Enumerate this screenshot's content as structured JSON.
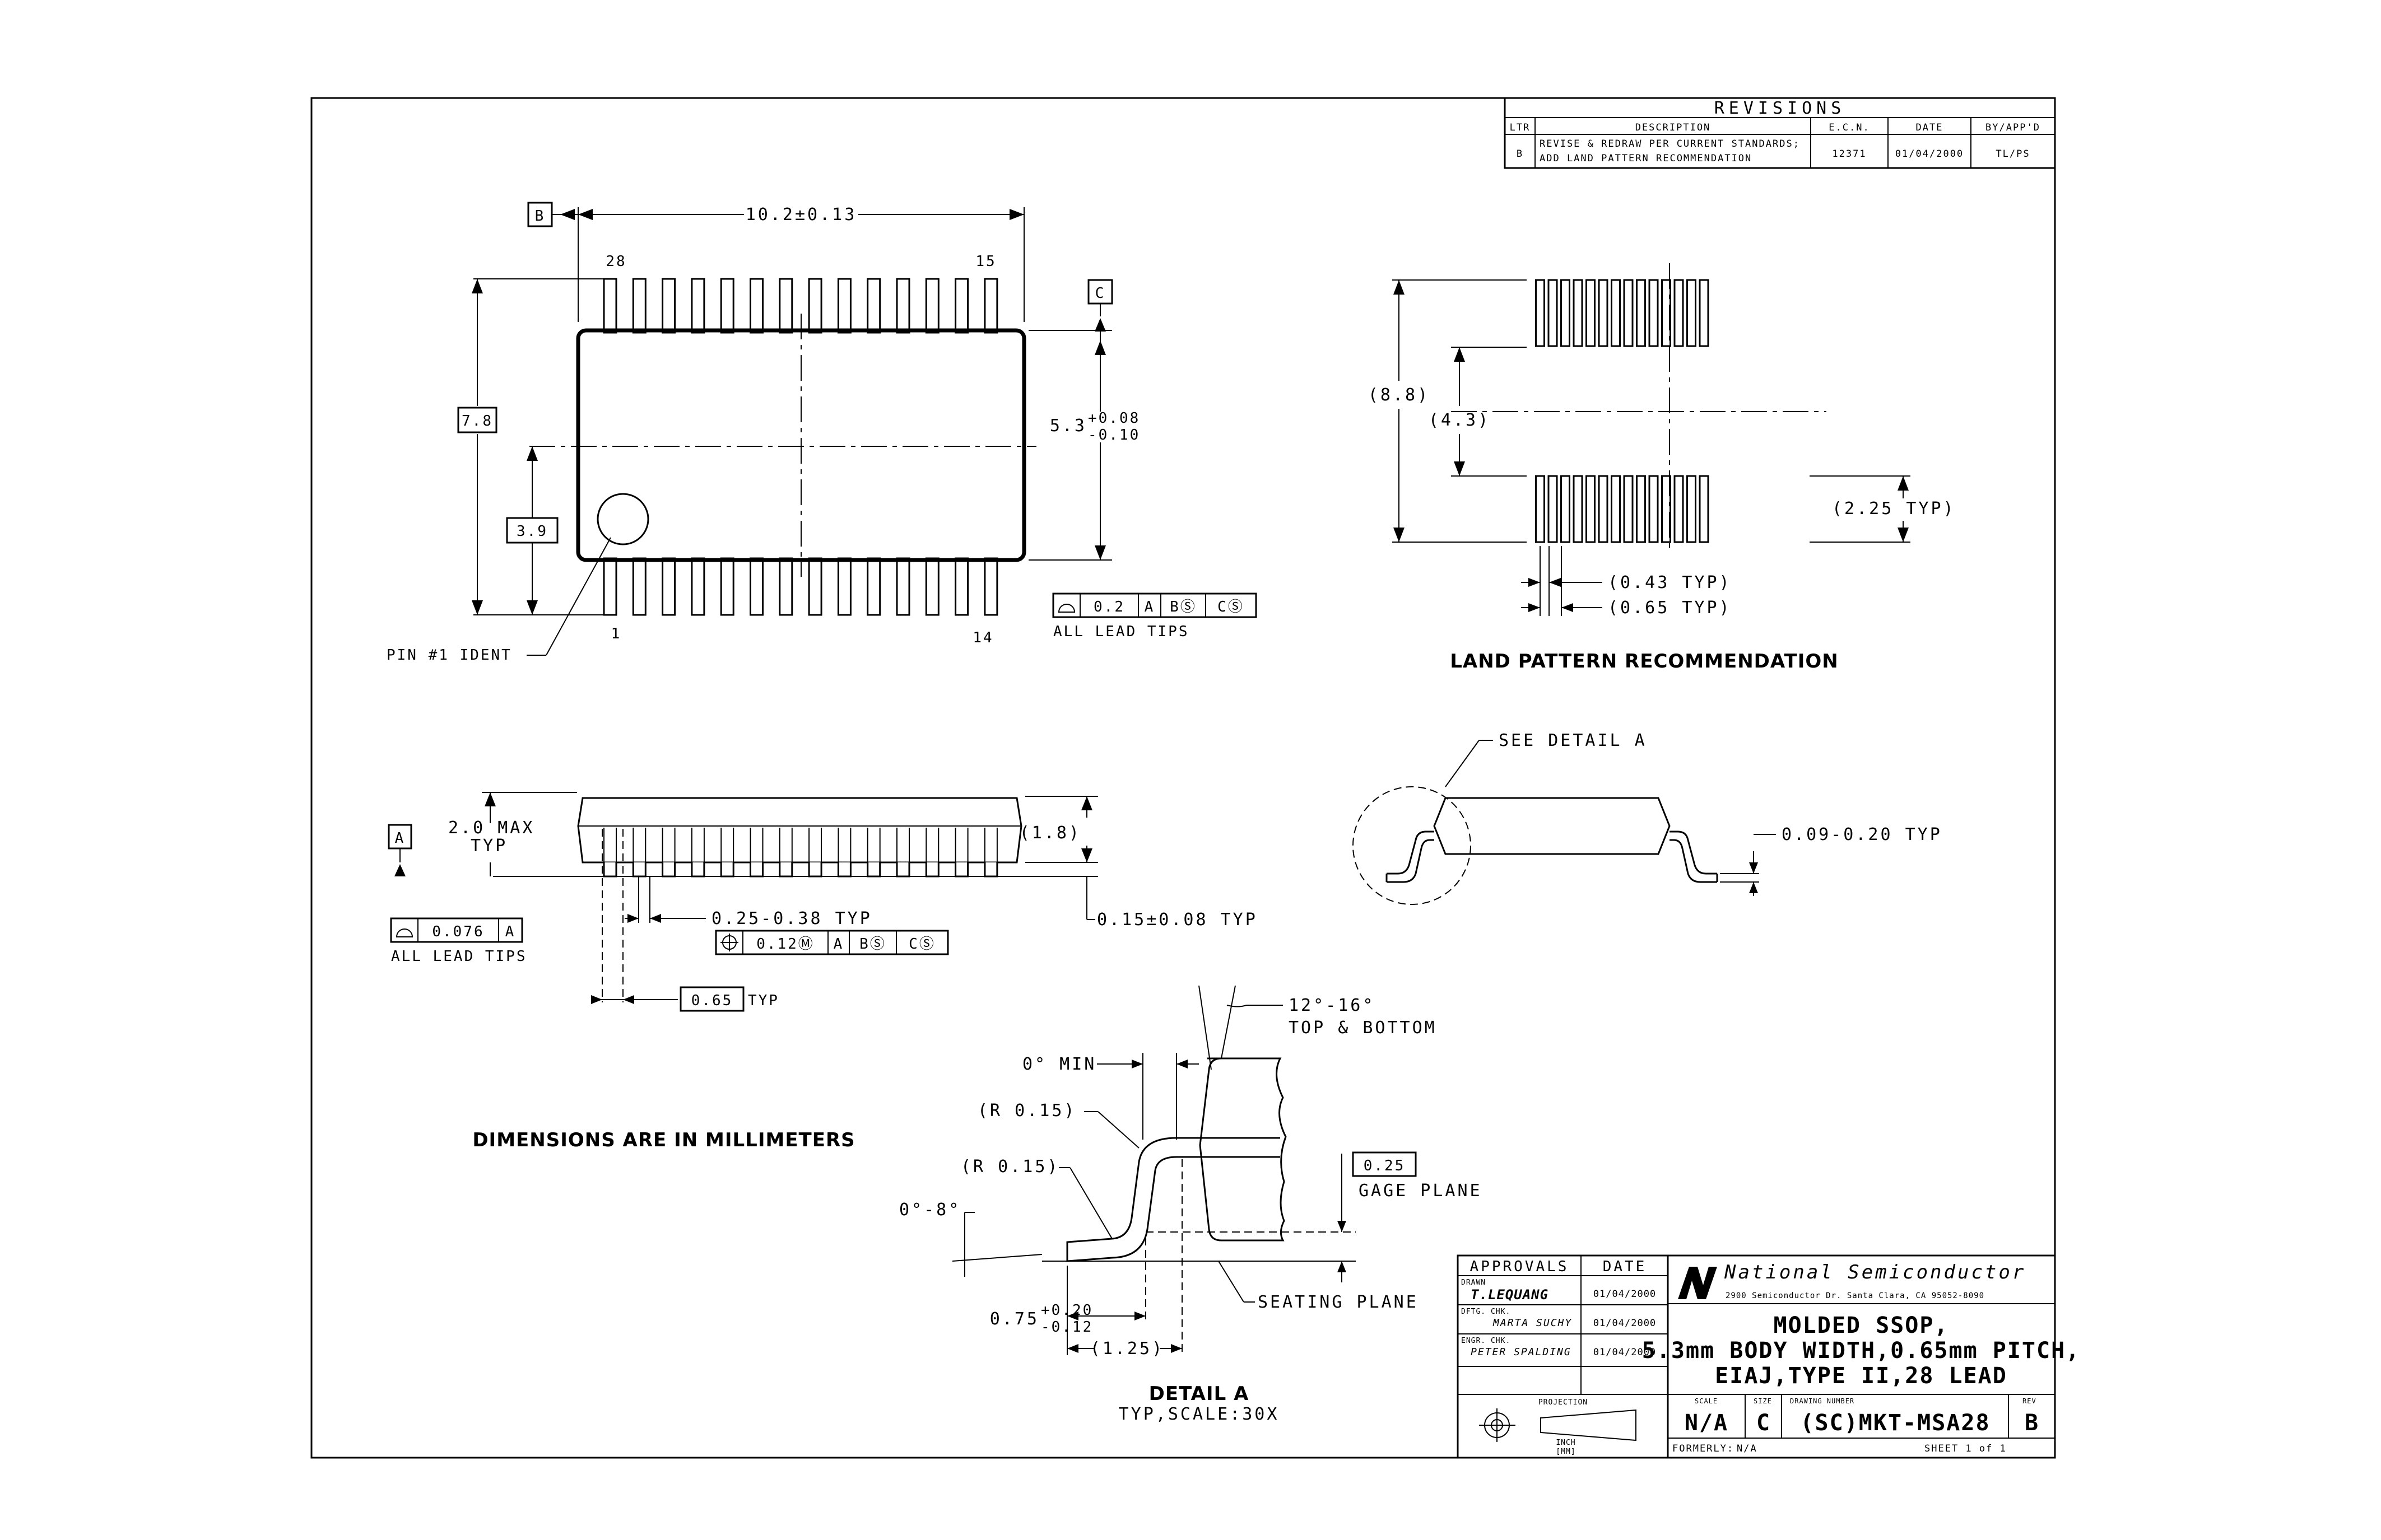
{
  "revisions": {
    "title": "REVISIONS",
    "headers": [
      "LTR",
      "DESCRIPTION",
      "E.C.N.",
      "DATE",
      "BY/APP'D"
    ],
    "row": {
      "ltr": "B",
      "desc1": "REVISE & REDRAW PER CURRENT STANDARDS;",
      "desc2": "ADD LAND PATTERN RECOMMENDATION",
      "ecn": "12371",
      "date": "01/04/2000",
      "by": "TL/PS"
    }
  },
  "top_view": {
    "datum_b": "B",
    "datum_c": "C",
    "width_dim": "10.2±0.13",
    "pin_28": "28",
    "pin_15": "15",
    "pin_1": "1",
    "pin_14": "14",
    "body_height": "7.8",
    "half_height": "3.9",
    "body_width_main": "5.3",
    "body_width_tol_plus": "+0.08",
    "body_width_tol_minus": "-0.10",
    "pin1_label": "PIN #1 IDENT",
    "fcf_value": "0.2",
    "fcf_datum_a": "A",
    "fcf_datum_b": "BⓈ",
    "fcf_datum_c": "CⓈ",
    "lead_tips": "ALL LEAD TIPS"
  },
  "land_pattern": {
    "total": "(8.8)",
    "inner": "(4.3)",
    "pad_length": "(2.25 TYP)",
    "pad_width": "(0.43 TYP)",
    "pitch": "(0.65 TYP)",
    "title": "LAND PATTERN RECOMMENDATION"
  },
  "side_view": {
    "datum_a": "A",
    "max_height_1": "2.0 MAX",
    "max_height_2": "TYP",
    "body_thk": "(1.8)",
    "lead_width": "0.25-0.38 TYP",
    "standoff": "0.15±0.08 TYP",
    "fcf_pos_value": "0.12Ⓜ",
    "fcf_pos_a": "A",
    "fcf_pos_b": "BⓈ",
    "fcf_pos_c": "CⓈ",
    "fcf_flat_value": "0.076",
    "fcf_flat_datum": "A",
    "lead_tips": "ALL LEAD TIPS",
    "pitch": "0.65",
    "pitch_suffix": "TYP"
  },
  "end_view": {
    "see_detail": "SEE DETAIL A",
    "lead_thk": "0.09-0.20 TYP"
  },
  "detail_a": {
    "draft": "12°-16°",
    "draft_2": "TOP & BOTTOM",
    "min_angle": "0° MIN",
    "r1": "(R 0.15)",
    "r2": "(R 0.15)",
    "gage_val": "0.25",
    "gage_label": "GAGE PLANE",
    "foot_angle": "0°-8°",
    "seating": "SEATING PLANE",
    "foot_len_main": "0.75",
    "foot_len_plus": "+0.20",
    "foot_len_minus": "-0.12",
    "foot_total": "(1.25)",
    "title": "DETAIL A",
    "subtitle": "TYP,SCALE:30X"
  },
  "note": "DIMENSIONS ARE IN MILLIMETERS",
  "title_block": {
    "approvals": "APPROVALS",
    "date": "DATE",
    "drawn_label": "DRAWN",
    "drawn_name": "T.LEQUANG",
    "drawn_date": "01/04/2000",
    "dftg_label": "DFTG. CHK.",
    "dftg_name": "MARTA SUCHY",
    "dftg_date": "01/04/2000",
    "engr_label": "ENGR. CHK.",
    "engr_name": "PETER SPALDING",
    "engr_date": "01/04/2000",
    "projection": "PROJECTION",
    "units_1": "INCH",
    "units_2": "[MM]",
    "company": "National Semiconductor",
    "address": "2900 Semiconductor Dr. Santa Clara, CA 95052-8090",
    "title_1": "MOLDED SSOP,",
    "title_2": "5.3mm BODY WIDTH,0.65mm PITCH,",
    "title_3": "EIAJ,TYPE II,28 LEAD",
    "scale_label": "SCALE",
    "scale": "N/A",
    "size_label": "SIZE",
    "size": "C",
    "dwg_label": "DRAWING NUMBER",
    "dwg": "(SC)MKT-MSA28",
    "rev_label": "REV",
    "rev": "B",
    "formerly": "FORMERLY:",
    "formerly_val": "N/A",
    "sheet": "SHEET 1 of 1"
  }
}
